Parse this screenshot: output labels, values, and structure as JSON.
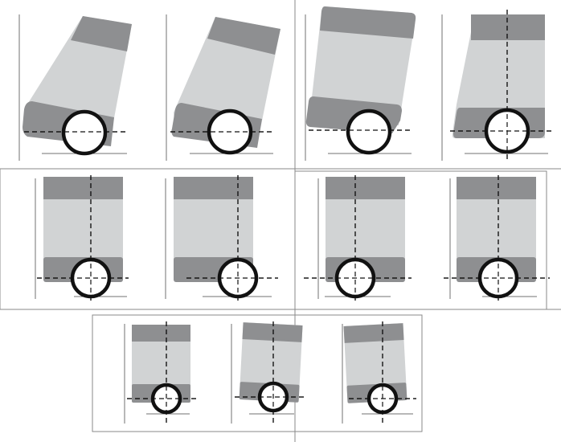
{
  "colors": {
    "background": "#ffffff",
    "frame": "#8a8a8a",
    "body_light": "#d1d3d4",
    "body_dark": "#8e8f91",
    "axis_line": "#707070",
    "wheel_stroke": "#111111",
    "centerline": "#111111"
  },
  "figure": {
    "rows": 3,
    "panels_per_row": [
      4,
      4,
      3
    ],
    "panels": [
      {
        "row": 1,
        "index": 1,
        "pose": "tilted-forward-strong"
      },
      {
        "row": 1,
        "index": 2,
        "pose": "tilted-forward-medium"
      },
      {
        "row": 1,
        "index": 3,
        "pose": "tilted-forward-slight"
      },
      {
        "row": 1,
        "index": 4,
        "pose": "upright-tapered"
      },
      {
        "row": 2,
        "index": 1,
        "pose": "upright"
      },
      {
        "row": 2,
        "index": 2,
        "pose": "upright"
      },
      {
        "row": 2,
        "index": 3,
        "pose": "upright"
      },
      {
        "row": 2,
        "index": 4,
        "pose": "upright"
      },
      {
        "row": 3,
        "index": 1,
        "pose": "upright-small"
      },
      {
        "row": 3,
        "index": 2,
        "pose": "tilted-right-slight"
      },
      {
        "row": 3,
        "index": 3,
        "pose": "tilted-left-slight"
      }
    ]
  }
}
